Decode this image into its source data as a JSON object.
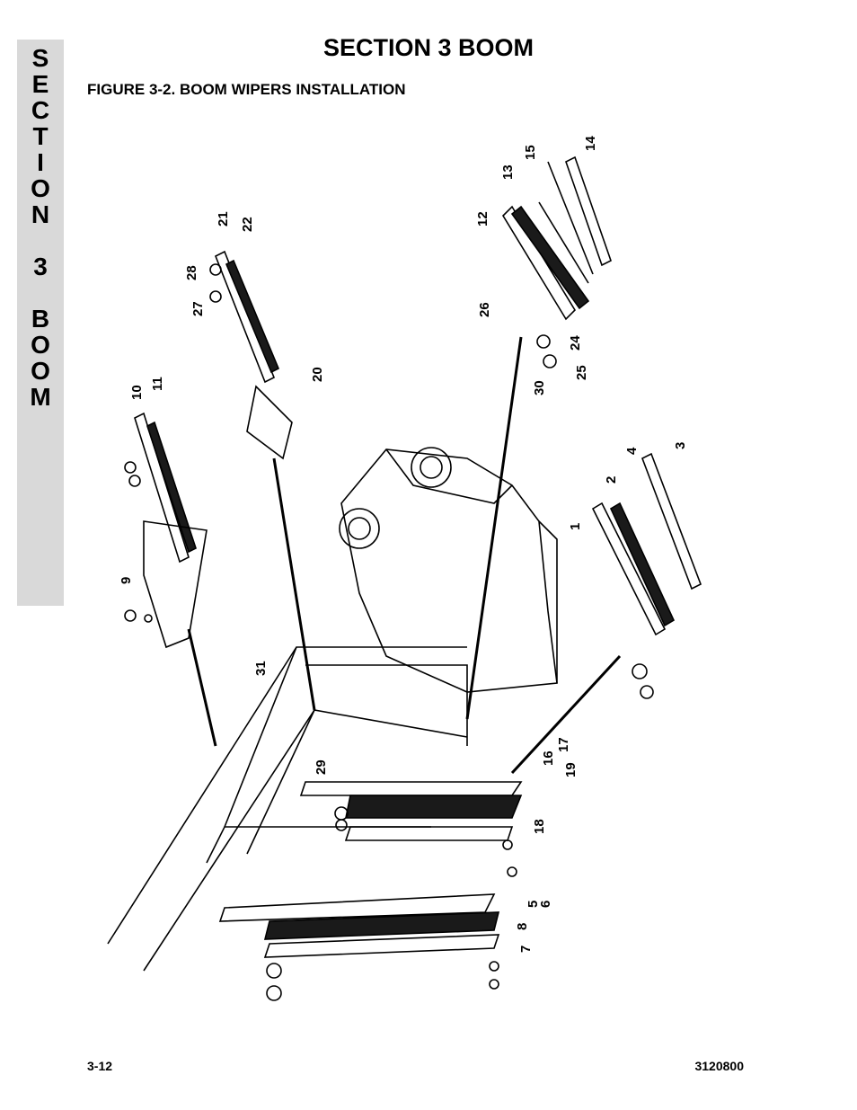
{
  "side_tab": {
    "letters": [
      "S",
      "E",
      "C",
      "T",
      "I",
      "O",
      "N",
      "",
      "3",
      "",
      "B",
      "O",
      "O",
      "M"
    ]
  },
  "header": {
    "title": "SECTION 3  BOOM"
  },
  "figure": {
    "title": "FIGURE 3-2.    BOOM WIPERS INSTALLATION",
    "callouts": [
      "1",
      "2",
      "3",
      "4",
      "5",
      "6",
      "7",
      "8",
      "9",
      "10",
      "11",
      "12",
      "13",
      "14",
      "15",
      "16",
      "17",
      "18",
      "19",
      "20",
      "21",
      "22",
      "24",
      "25",
      "26",
      "27",
      "28",
      "29",
      "30",
      "31"
    ]
  },
  "footer": {
    "page": "3-12",
    "doc_number": "3120800"
  }
}
